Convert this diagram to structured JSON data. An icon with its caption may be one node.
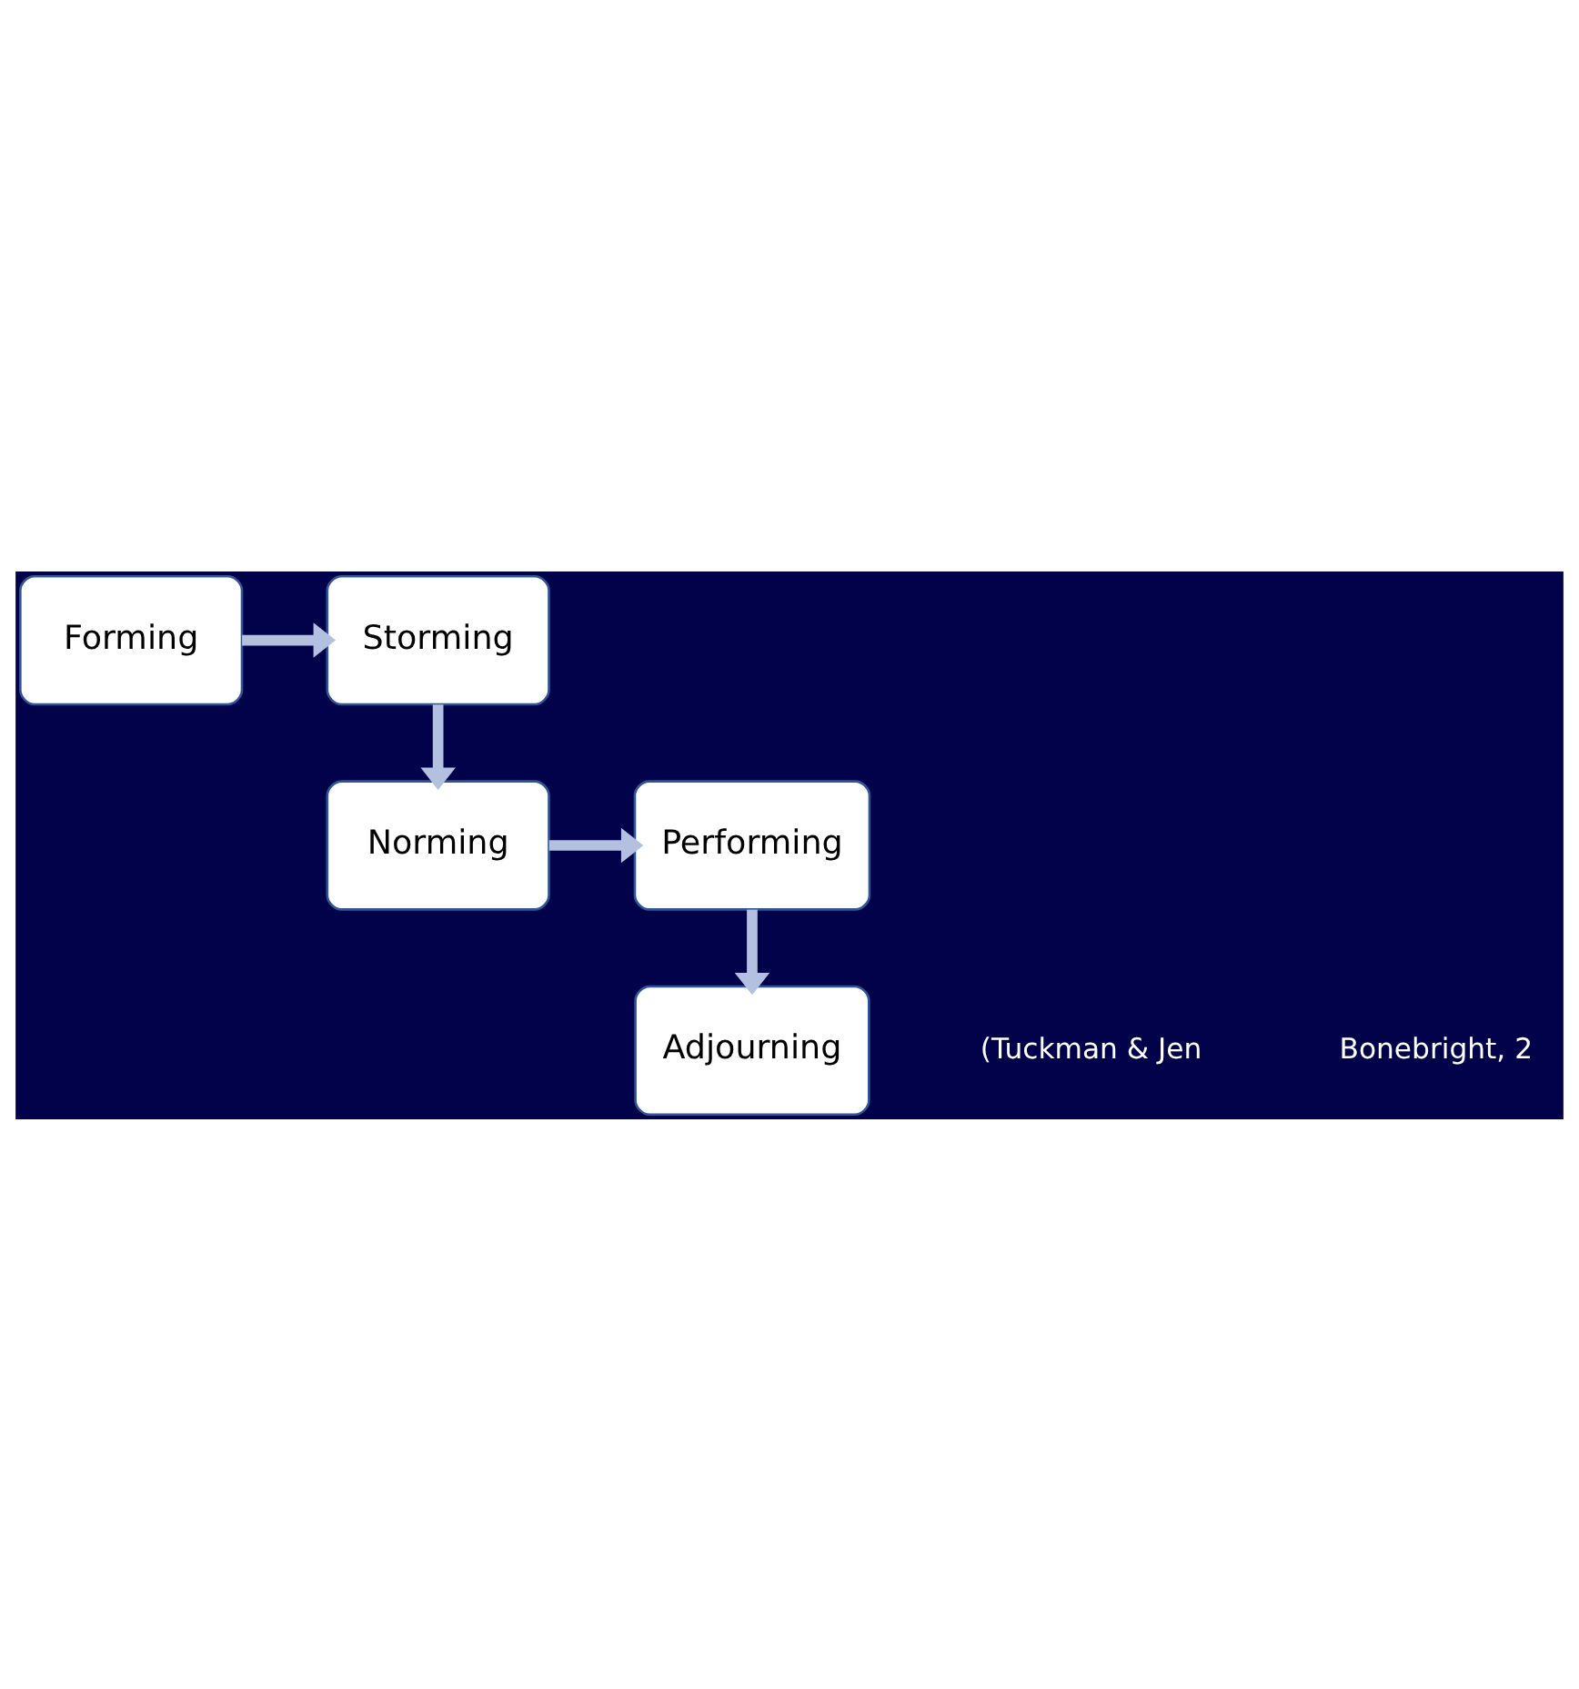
{
  "diagram": {
    "nodes": [
      {
        "text": [
          "Forming"
        ]
      },
      {
        "text": [
          "Storming"
        ]
      },
      {
        "text": [
          "Performing"
        ]
      },
      {
        "text": [
          "Norming"
        ]
      },
      {
        "text": [
          "Adjourning"
        ]
      }
    ],
    "edges": [
      {
        "from": 0,
        "to": 1,
        "arrow": "to"
      },
      {
        "from": 1,
        "to": 3,
        "arrow": "to"
      },
      {
        "from": 3,
        "to": 2,
        "arrow": "to"
      },
      {
        "from": 2,
        "to": 4,
        "arrow": "to"
      }
    ],
    "labels": [
      "(Tuckman & Jen",
      "Bonebright, 2"
    ]
  }
}
